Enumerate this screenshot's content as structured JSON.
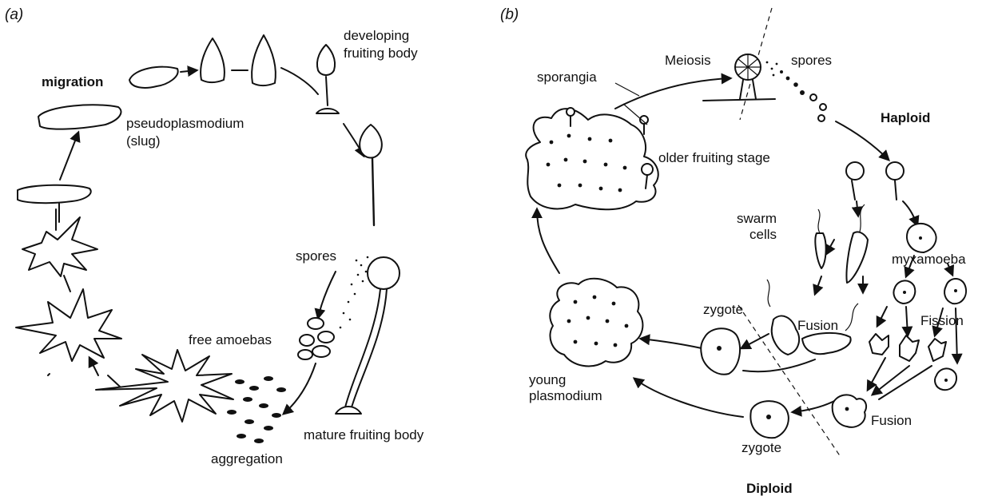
{
  "panel_a": {
    "tag": "(a)",
    "labels": {
      "developing": "developing",
      "fruiting_body": "fruiting body",
      "migration": "migration",
      "pseudoplasmodium": "pseudoplasmodium",
      "slug": "(slug)",
      "spores": "spores",
      "free_amoebas": "free amoebas",
      "mature_fruiting_body": "mature fruiting body",
      "aggregation": "aggregation"
    }
  },
  "panel_b": {
    "tag": "(b)",
    "labels": {
      "meiosis": "Meiosis",
      "spores": "spores",
      "sporangia": "sporangia",
      "haploid": "Haploid",
      "older_fruiting_stage": "older fruiting stage",
      "swarm": "swarm",
      "cells": "cells",
      "myxamoeba": "myxamoeba",
      "fission": "Fission",
      "zygote_upper": "zygote",
      "fusion_upper": "Fusion",
      "young": "young",
      "plasmodium": "plasmodium",
      "fusion_lower": "Fusion",
      "zygote_lower": "zygote",
      "diploid": "Diploid"
    }
  }
}
